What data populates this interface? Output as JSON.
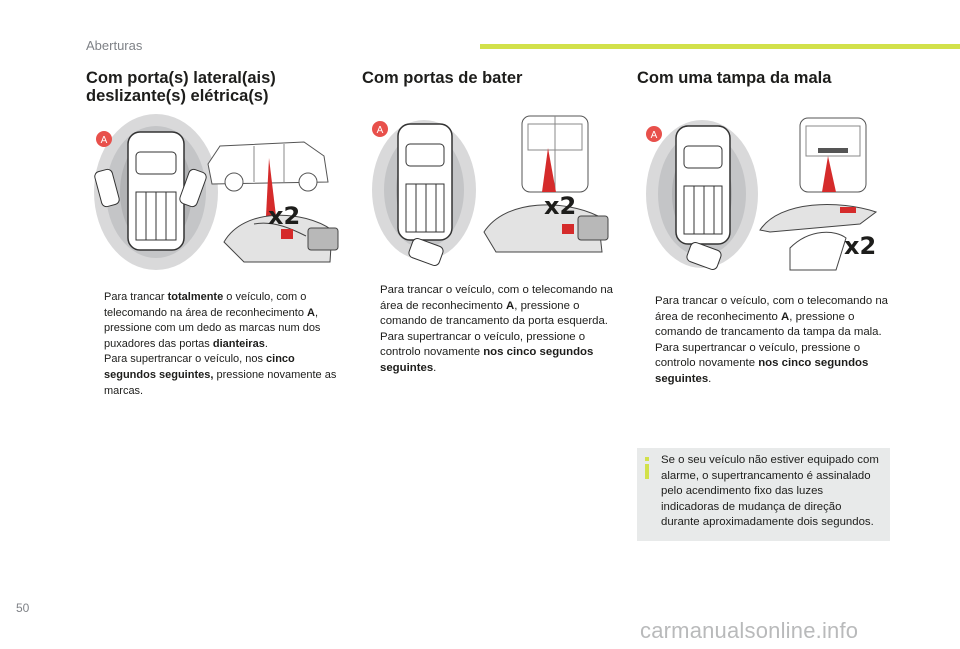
{
  "header": {
    "section": "Aberturas",
    "accent_color": "#d2e14a"
  },
  "columns": [
    {
      "title_line1": "Com porta(s) lateral(ais)",
      "title_line2": "deslizante(s) elétrica(s)",
      "marker": "A",
      "multiplier": "x2",
      "items": [
        {
          "pre": "Para trancar ",
          "bold": "totalmente",
          "post": " o veículo, com o telecomando na área de reconhecimento ",
          "bold2": "A",
          "post2": ", pressione com um dedo as marcas num dos puxadores das portas ",
          "bold3": "dianteiras",
          "post3": "."
        },
        {
          "pre": "Para supertrancar o veículo, nos ",
          "bold": "cinco segundos seguintes,",
          "post": " pressione novamente as marcas."
        }
      ]
    },
    {
      "title_line1": "Com portas de bater",
      "marker": "A",
      "multiplier": "x2",
      "items": [
        {
          "pre": "Para trancar o veículo, com o telecomando na área de reconhecimento ",
          "bold": "A",
          "post": ", pressione o comando de trancamento da porta esquerda."
        },
        {
          "pre": "Para supertrancar o veículo, pressione o controlo novamente ",
          "bold": "nos cinco segundos seguintes",
          "post": "."
        }
      ]
    },
    {
      "title_line1": "Com uma tampa da mala",
      "marker": "A",
      "multiplier": "x2",
      "items": [
        {
          "pre": "Para trancar o veículo, com o telecomando na área de reconhecimento ",
          "bold": "A",
          "post": ", pressione o comando de trancamento da tampa da mala."
        },
        {
          "pre": "Para supertrancar o veículo, pressione o controlo novamente ",
          "bold": "nos cinco segundos seguintes",
          "post": "."
        }
      ],
      "info": "Se o seu veículo não estiver equipado com alarme, o supertrancamento é assinalado pelo acendimento fixo das luzes indicadoras de mudança de direção durante aproximadamente dois segundos."
    }
  ],
  "bullet_glyph": "",
  "page_number": "50",
  "watermark": "carmanualsonline.info"
}
